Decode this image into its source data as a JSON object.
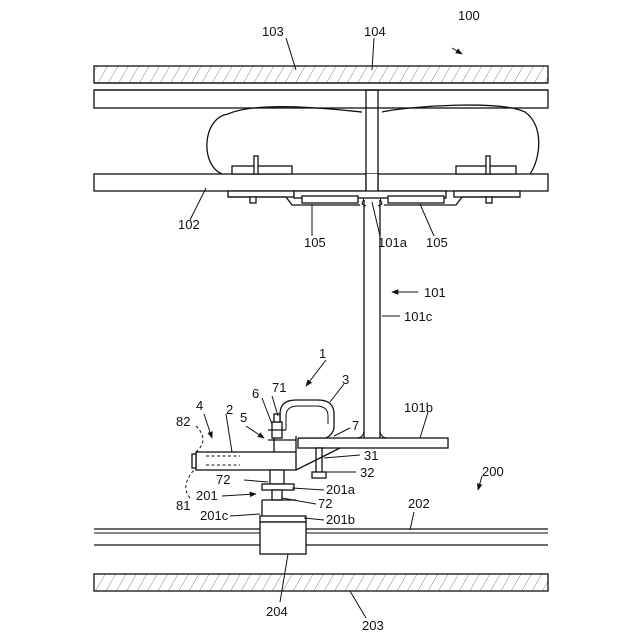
{
  "diagram": {
    "labels": {
      "l100": "100",
      "l103": "103",
      "l104": "104",
      "l102": "102",
      "l105a": "105",
      "l101a": "101a",
      "l105b": "105",
      "l101": "101",
      "l101c": "101c",
      "l1": "1",
      "l3": "3",
      "l71": "71",
      "l6": "6",
      "l4": "4",
      "l2": "2",
      "l5": "5",
      "l82": "82",
      "l7": "7",
      "l101b": "101b",
      "l31": "31",
      "l72a": "72",
      "l32": "32",
      "l200": "200",
      "l201": "201",
      "l201a": "201a",
      "l72b": "72",
      "l81": "81",
      "l201c": "201c",
      "l201b": "201b",
      "l202": "202",
      "l204": "204",
      "l203": "203"
    }
  }
}
